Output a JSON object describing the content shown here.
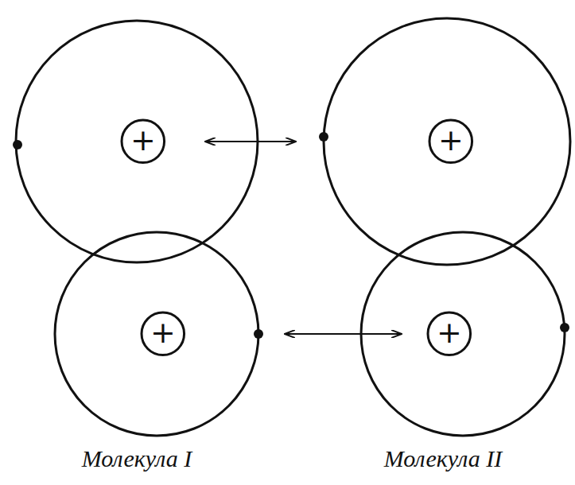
{
  "diagram": {
    "nodes": [
      {
        "text": [
          "+"
        ]
      },
      {
        "text": [
          "+"
        ]
      },
      {
        "text": [
          "+"
        ]
      },
      {
        "text": [
          "+"
        ]
      }
    ],
    "labels": [
      "Молекула I",
      "Молекула II"
    ]
  }
}
